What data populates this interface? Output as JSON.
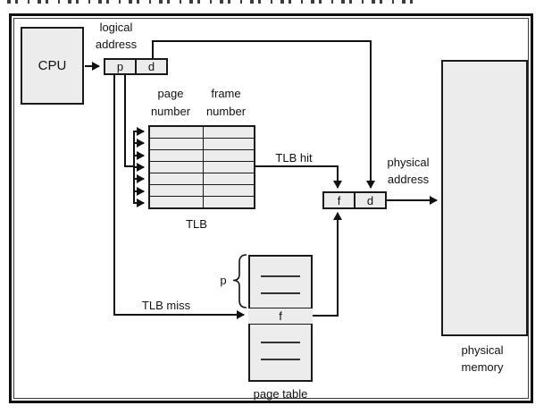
{
  "diagram": {
    "cpu": {
      "label": "CPU"
    },
    "logical_address": {
      "line1": "logical",
      "line2": "address",
      "p": "p",
      "d": "d"
    },
    "tlb": {
      "header_page_line1": "page",
      "header_page_line2": "number",
      "header_frame_line1": "frame",
      "header_frame_line2": "number",
      "rows": 7,
      "label": "TLB",
      "hit_label": "TLB hit",
      "miss_label": "TLB miss"
    },
    "physical_address": {
      "line1": "physical",
      "line2": "address",
      "f": "f",
      "d": "d"
    },
    "page_table": {
      "p_label": "p",
      "f_label": "f",
      "label": "page table"
    },
    "physical_memory": {
      "line1": "physical",
      "line2": "memory"
    },
    "colors": {
      "box_fill": "#ececec",
      "line": "#111111"
    }
  }
}
